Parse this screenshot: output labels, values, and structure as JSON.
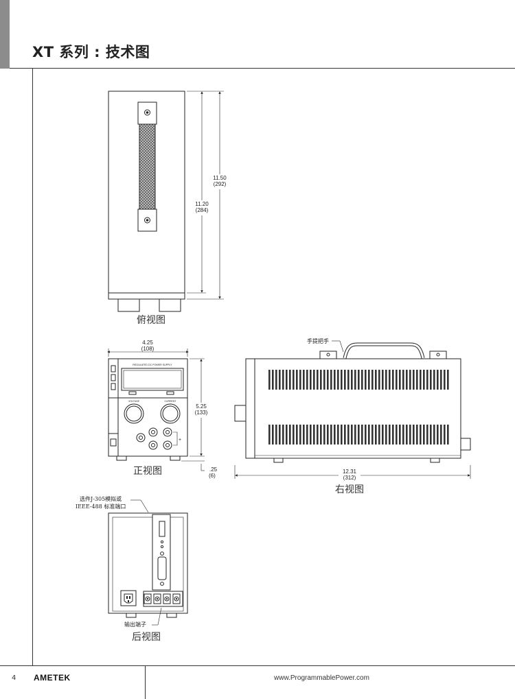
{
  "header": {
    "title": "XT 系列 : 技术图"
  },
  "top_view": {
    "caption": "俯视图",
    "dim_outer": "11.50",
    "dim_outer_mm": "(292)",
    "dim_inner": "11.20",
    "dim_inner_mm": "(284)"
  },
  "front_view": {
    "caption": "正视图",
    "width": "4.25",
    "width_mm": "(108)",
    "height": "5.25",
    "height_mm": "(133)",
    "feet": ".25",
    "feet_mm": "(6)",
    "panel_label": "REGULATED DC POWER SUPPLY",
    "knob_left": "VOLTAGE",
    "knob_right": "CURRENT"
  },
  "right_view": {
    "caption": "右视图",
    "handle_label": "手提把手",
    "length": "12.31",
    "length_mm": "(312)"
  },
  "rear_view": {
    "caption": "后视图",
    "option_line1": "选件J-305模拟或",
    "option_line2": "IEEE-488 标准端口",
    "output_label": "输出端子"
  },
  "footer": {
    "page": "4",
    "brand": "AMETEK",
    "url": "www.ProgrammablePower.com"
  }
}
